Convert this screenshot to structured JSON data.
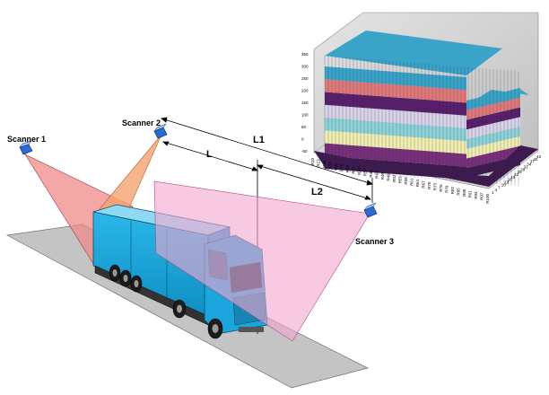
{
  "scanners": [
    {
      "id": "s1",
      "label": "Scanner 1"
    },
    {
      "id": "s2",
      "label": "Scanner 2"
    },
    {
      "id": "s3",
      "label": "Scanner 3"
    }
  ],
  "dimensions": {
    "l": "L",
    "l1": "L1",
    "l2": "L2"
  },
  "plot": {
    "type": "surface-3d",
    "z_ticks": [
      "350",
      "300",
      "250",
      "200",
      "150",
      "100",
      "50",
      "0",
      "-50"
    ],
    "x_ticks": [
      "R10",
      "R13",
      "R16",
      "R19",
      "R22",
      "R25",
      "R28",
      "R31",
      "R34",
      "R37",
      "R40",
      "R43",
      "R46",
      "R49",
      "R52",
      "R55",
      "R58",
      "R61",
      "R64",
      "R67",
      "R70",
      "R73",
      "R76",
      "R79",
      "R82",
      "R85",
      "R88",
      "R91",
      "R94",
      "R97",
      "R100"
    ],
    "y_ticks": [
      "43",
      "40",
      "37",
      "34",
      "31",
      "28",
      "25",
      "22",
      "19",
      "16",
      "13",
      "10",
      "7",
      "4",
      "1"
    ],
    "band_colors": [
      "#3f1a4f",
      "#7a2f7a",
      "#f2eeb0",
      "#8fd3d9",
      "#d9d2e8",
      "#5a1f6b",
      "#e07a78",
      "#3aa3c8"
    ]
  }
}
